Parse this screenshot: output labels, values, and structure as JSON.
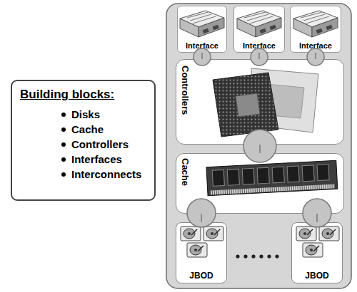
{
  "diagram": {
    "nodes": [
      {
        "text": [
          "Building blocks:",
          "Disks",
          "Cache",
          "Controllers",
          "Interfaces",
          "Interconnects"
        ]
      },
      {
        "text": [
          "Interface"
        ]
      },
      {
        "text": [
          "Interface"
        ]
      },
      {
        "text": [
          "Interface"
        ]
      },
      {
        "text": [
          "Controllers"
        ]
      },
      {
        "text": [
          "Cache"
        ]
      },
      {
        "text": [
          "JBOD"
        ]
      },
      {
        "text": [
          "JBOD"
        ]
      }
    ],
    "edges": [
      {
        "from": 1,
        "to": 4,
        "arrow": "none"
      },
      {
        "from": 2,
        "to": 4,
        "arrow": "none"
      },
      {
        "from": 3,
        "to": 4,
        "arrow": "none"
      },
      {
        "from": 4,
        "to": 5,
        "arrow": "none"
      },
      {
        "from": 5,
        "to": 6,
        "arrow": "none"
      },
      {
        "from": 5,
        "to": 7,
        "arrow": "none"
      }
    ]
  }
}
